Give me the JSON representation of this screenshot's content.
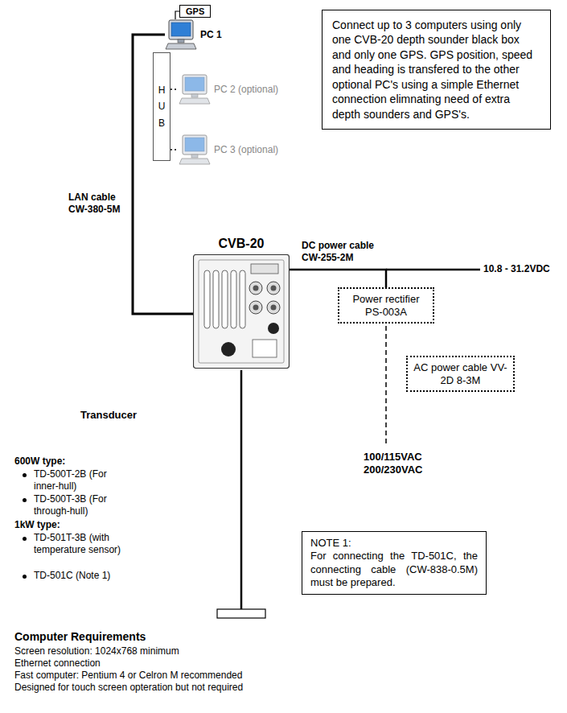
{
  "diagram": {
    "nodes": [
      {
        "text": [
          "GPS"
        ]
      },
      {
        "text": [
          "PC 1"
        ]
      },
      {
        "text": [
          "H U B"
        ]
      },
      {
        "text": [
          "PC 2 (optional)"
        ]
      },
      {
        "text": [
          "PC 3 (optional)"
        ]
      },
      {
        "text": [
          "Connect up to 3 computers using only one CVB-20 depth sounder black box and only one GPS. GPS position, speed and heading is transfered to the other optional PC's using a simple Ethernet connection elimnating need of extra depth sounders and GPS's."
        ]
      },
      {
        "text": [
          "CVB-20"
        ]
      },
      {
        "text": [
          "Power rectifier PS-003A"
        ]
      },
      {
        "text": [
          "AC power cable VV-2D 8-3M"
        ]
      },
      {
        "text": [
          "NOTE 1:",
          "For connecting the TD-501C, the connecting cable (CW-838-0.5M) must be prepared."
        ]
      }
    ],
    "edges": [
      {
        "from": 1,
        "to": 0,
        "arrow": "none"
      },
      {
        "from": 2,
        "to": 3,
        "arrow": "none"
      },
      {
        "from": 2,
        "to": 4,
        "arrow": "none"
      },
      {
        "from": 1,
        "to": 6,
        "arrow": "none"
      },
      {
        "from": 6,
        "to": 7,
        "arrow": "none"
      }
    ],
    "labels": [
      "LAN cable CW-380-5M",
      "DC power cable CW-255-2M",
      "10.8 - 31.2VDC",
      "100/115VAC 200/230VAC",
      "Transducer",
      "600W type:",
      "TD-500T-2B (For inner-hull)",
      "TD-500T-3B (For through-hull)",
      "1kW type:",
      "TD-501T-3B (with temperature sensor)",
      "TD-501C (Note 1)",
      "Computer Requirements",
      "Screen resolution: 1024x768 minimum",
      "Ethernet connection",
      "Fast computer: Pentium 4 or Celron M recommended",
      "Designed for touch screen opteration but not required"
    ]
  }
}
